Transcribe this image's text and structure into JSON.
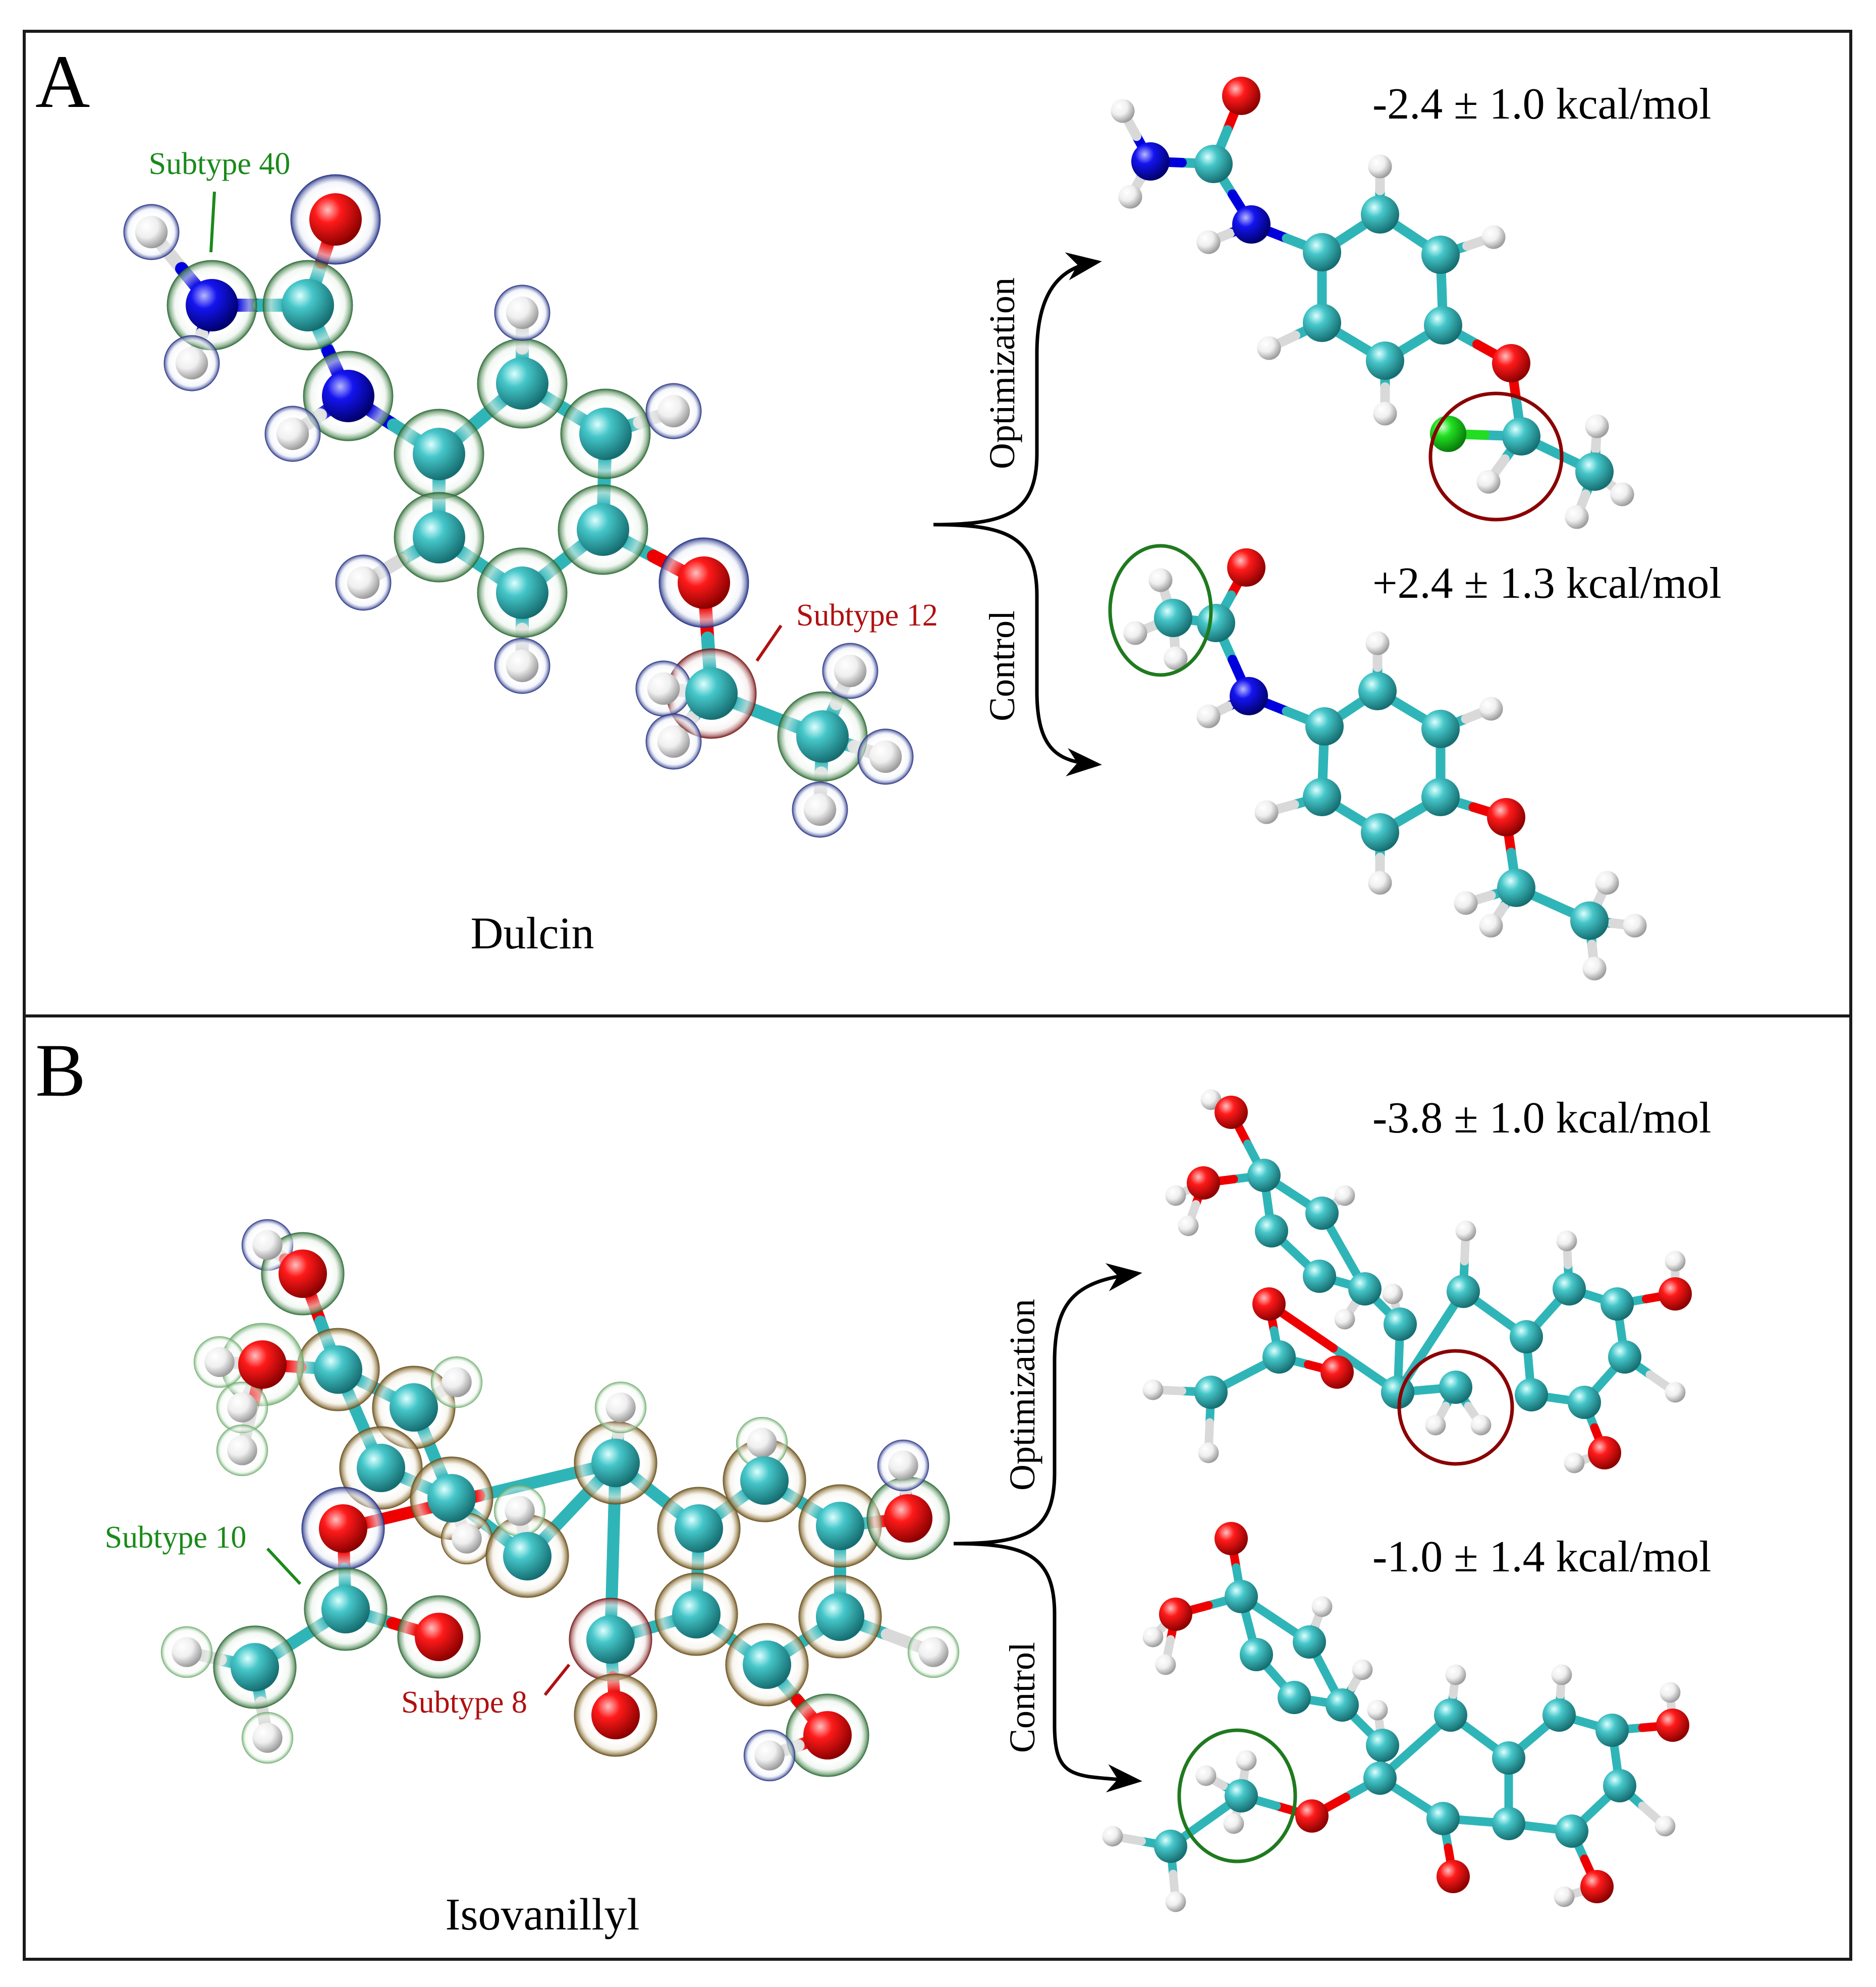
{
  "panels": {
    "a": {
      "letter": "A",
      "molecule_name": "Dulcin",
      "labels": {
        "subtype_green": "Subtype 40",
        "subtype_red": "Subtype 12"
      },
      "branches": {
        "upper": "Optimization",
        "lower": "Control"
      },
      "energies": {
        "optimization": "-2.4 ± 1.0 kcal/mol",
        "control": "+2.4 ± 1.3 kcal/mol"
      }
    },
    "b": {
      "letter": "B",
      "molecule_name": "Isovanillyl",
      "labels": {
        "subtype_green": "Subtype 10",
        "subtype_red": "Subtype 8"
      },
      "branches": {
        "upper": "Optimization",
        "lower": "Control"
      },
      "energies": {
        "optimization": "-3.8 ± 1.0 kcal/mol",
        "control": "-1.0 ± 1.4 kcal/mol"
      }
    }
  },
  "colors": {
    "carbon": "#2fb5b8",
    "oxygen": "#ee0000",
    "nitrogen": "#0000dd",
    "hydrogen": "#f2f2f2",
    "chlorine": "#22dd22",
    "halo_green": "#1f7a2e",
    "halo_blue": "#1b2f8f",
    "halo_red": "#8b0000",
    "halo_brown": "#7a5a1a",
    "label_green": "#1a8a1a",
    "label_red": "#b01010"
  }
}
